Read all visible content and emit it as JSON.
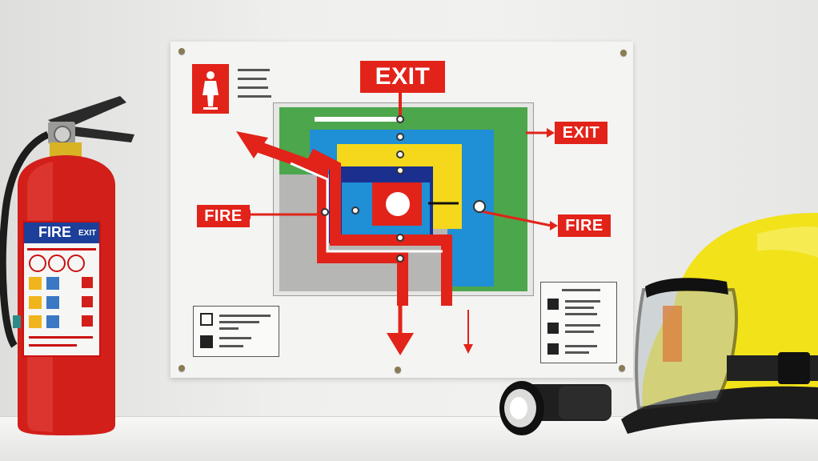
{
  "poster": {
    "exit_top": "EXIT",
    "exit_right": "EXIT",
    "fire_left": "FIRE",
    "fire_right": "FIRE"
  },
  "extinguisher": {
    "label_title": "FIRE",
    "label_sub": "EXIT"
  },
  "icons": {
    "person_icon": "person-icon",
    "flashlight": "flashlight",
    "helmet": "hard-hat"
  },
  "colors": {
    "sign_red": "#e2231a",
    "zone_green": "#4ca64c",
    "zone_blue": "#1f8fd6",
    "zone_yellow": "#f5d81b",
    "zone_navy": "#1b2f8f",
    "helmet_yellow": "#f2e21a"
  }
}
